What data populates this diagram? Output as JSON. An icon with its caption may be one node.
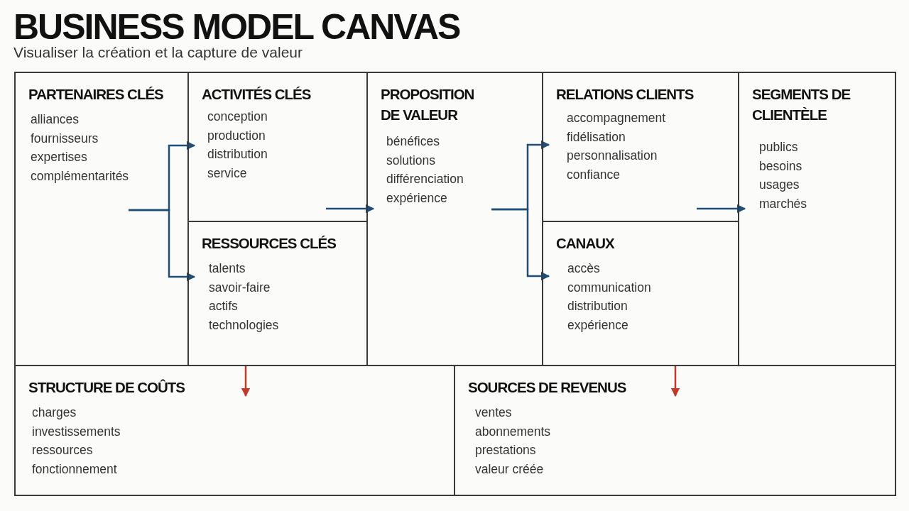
{
  "diagram": {
    "title": "BUSINESS MODEL CANVAS",
    "nodes": [
      {
        "text": [
          "PARTENAIRES CLÉS",
          "alliances",
          "fournisseurs",
          "expertises",
          "complémentarités"
        ]
      },
      {
        "text": [
          "ACTIVITÉS CLÉS",
          "conception",
          "production",
          "distribution",
          "service"
        ]
      },
      {
        "text": [
          "RESSOURCES CLÉS",
          "talents",
          "savoir-faire",
          "actifs",
          "technologies"
        ]
      },
      {
        "text": [
          "PROPOSITION DE VALEUR",
          "bénéfices",
          "solutions",
          "différenciation",
          "expérience"
        ]
      },
      {
        "text": [
          "RELATIONS CLIENTS",
          "accompagnement",
          "fidélisation",
          "personnalisation",
          "confiance"
        ]
      },
      {
        "text": [
          "CANAUX",
          "accès",
          "communication",
          "distribution",
          "expérience"
        ]
      },
      {
        "text": [
          "SEGMENTS DE CLIENTÈLE",
          "publics",
          "besoins",
          "usages",
          "marchés"
        ]
      },
      {
        "text": [
          "STRUCTURE DE COÛTS",
          "charges",
          "investissements",
          "ressources",
          "fonctionnement"
        ]
      },
      {
        "text": [
          "SOURCES DE REVENUS",
          "ventes",
          "abonnements",
          "prestations",
          "valeur créée"
        ]
      }
    ],
    "edges": [
      {
        "from": 0,
        "to": 1,
        "arrow": "to"
      },
      {
        "from": 0,
        "to": 2,
        "arrow": "to"
      },
      {
        "from": 1,
        "to": 3,
        "arrow": "to"
      },
      {
        "from": 3,
        "to": 4,
        "arrow": "to"
      },
      {
        "from": 3,
        "to": 5,
        "arrow": "to"
      },
      {
        "from": 4,
        "to": 6,
        "arrow": "to"
      },
      {
        "from": 2,
        "to": 7,
        "arrow": "to",
        "color": "#c0392b"
      },
      {
        "from": 5,
        "to": 8,
        "arrow": "to",
        "color": "#c0392b"
      }
    ],
    "labels": [
      "Visualiser la création et la capture de valeur"
    ]
  }
}
